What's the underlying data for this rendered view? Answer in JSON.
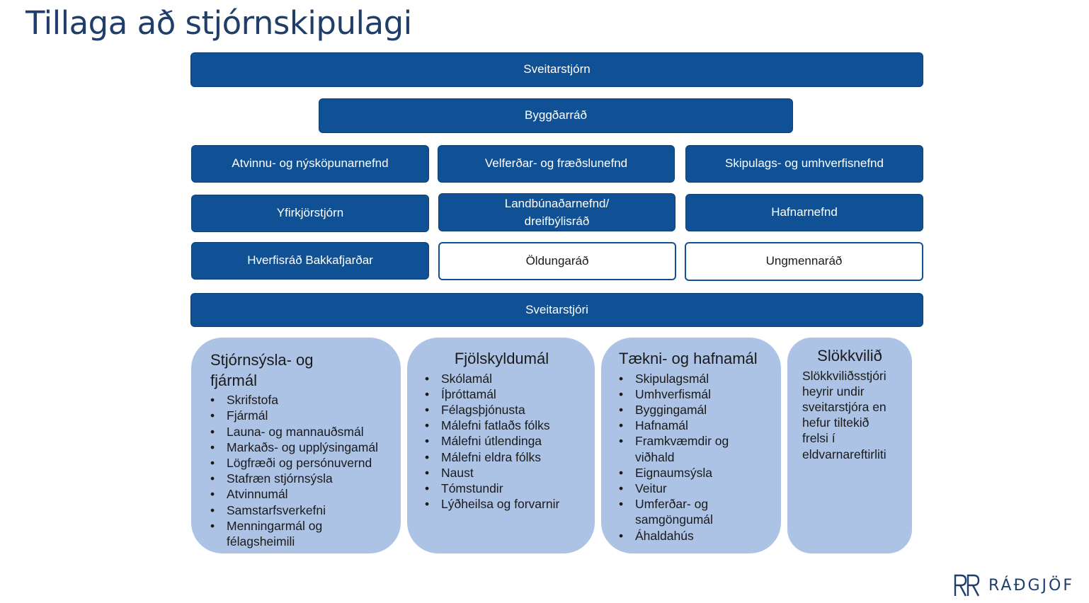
{
  "title": "Tillaga að stjórnskipulagi",
  "colors": {
    "dark_box": "#0f5194",
    "panel": "#adc3e5",
    "title": "#1f3f6a"
  },
  "boxes": {
    "sveitarstjorn": "Sveitarstjórn",
    "byggdarrad": "Byggðarráð",
    "atvinnu": "Atvinnu- og nýsköpunarnefnd",
    "velferdar": "Velferðar- og fræðslunefnd",
    "skipulags": "Skipulags- og umhverfisnefnd",
    "yfirkjorstjorn": "Yfirkjörstjórn",
    "landbunadar_1": "Landbúnaðarnefnd/",
    "landbunadar_2": "dreifbýlisráð",
    "hafnarnefnd": "Hafnarnefnd",
    "hverfisrad": "Hverfisráð Bakkafjarðar",
    "oldungarad": "Öldungaráð",
    "ungmennarad": "Ungmennaráð",
    "sveitarstjori": "Sveitarstjóri"
  },
  "panels": [
    {
      "title_1": "Stjórnsýsla- og",
      "title_2": "fjármál",
      "items": [
        {
          "l1": "Skrifstofa"
        },
        {
          "l1": "Fjármál"
        },
        {
          "l1": "Launa- og mannauðsmál"
        },
        {
          "l1": "Markaðs- og upplýsingamál"
        },
        {
          "l1": "Lögfræði og persónuvernd"
        },
        {
          "l1": "Stafræn stjórnsýsla"
        },
        {
          "l1": "Atvinnumál"
        },
        {
          "l1": "Samstarfsverkefni"
        },
        {
          "l1": "Menningarmál og",
          "l2": "félagsheimili"
        }
      ]
    },
    {
      "title_1": "Fjölskyldumál",
      "items": [
        {
          "l1": "Skólamál"
        },
        {
          "l1": "Íþróttamál"
        },
        {
          "l1": "Félagsþjónusta"
        },
        {
          "l1": "Málefni fatlaðs fólks"
        },
        {
          "l1": "Málefni útlendinga"
        },
        {
          "l1": "Málefni eldra fólks"
        },
        {
          "l1": "Naust"
        },
        {
          "l1": "Tómstundir"
        },
        {
          "l1": "Lýðheilsa  og forvarnir"
        }
      ]
    },
    {
      "title_1": "Tækni- og hafnamál",
      "items": [
        {
          "l1": "Skipulagsmál"
        },
        {
          "l1": "Umhverfismál"
        },
        {
          "l1": "Byggingamál"
        },
        {
          "l1": "Hafnamál"
        },
        {
          "l1": "Framkvæmdir og",
          "l2": "viðhald"
        },
        {
          "l1": "Eignaumsýsla"
        },
        {
          "l1": "Veitur"
        },
        {
          "l1": "Umferðar- og",
          "l2": "samgöngumál"
        },
        {
          "l1": "Áhaldahús"
        }
      ]
    },
    {
      "title_1": "Slökkvilið",
      "note_lines": [
        "Slökkviliðsstjóri",
        "heyrir undir",
        "sveitarstjóra en",
        "hefur tiltekið",
        "frelsi í",
        "eldvarnareftirliti"
      ]
    }
  ],
  "bullet": "•",
  "logo": {
    "mark": "RR",
    "text": "RÁÐGJÖF"
  }
}
